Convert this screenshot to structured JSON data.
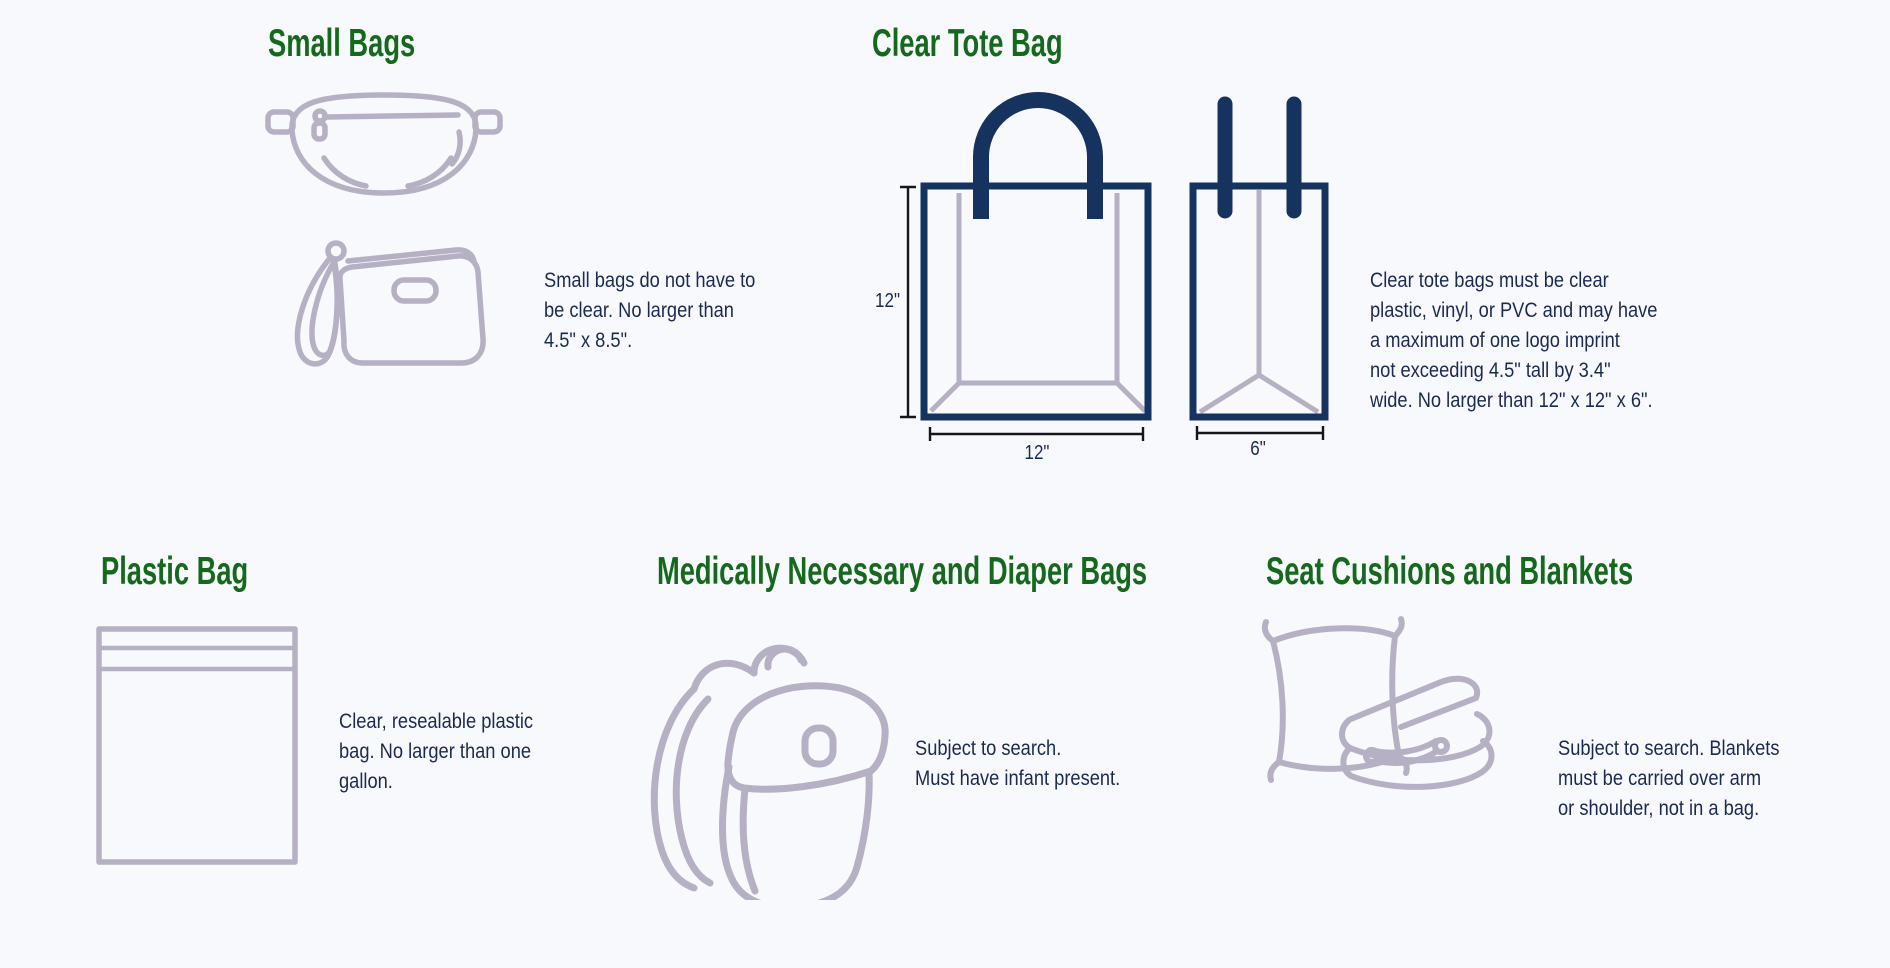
{
  "colors": {
    "background": "#f7f9fc",
    "heading_green": "#15691d",
    "body_navy": "#1b2a52",
    "illustration_navy": "#16335f",
    "illustration_light": "#b6b0c4"
  },
  "sections": {
    "small_bags": {
      "title": "Small Bags",
      "icons": [
        "fanny-pack",
        "clutch"
      ],
      "lines": [
        "Small bags do not have to",
        "be clear. No larger than",
        "4.5\" x 8.5\"."
      ]
    },
    "clear_tote": {
      "title": "Clear Tote Bag",
      "icons": [
        "clear-tote-front",
        "clear-tote-side"
      ],
      "height_label": "12\"",
      "width_label": "12\"",
      "depth_label": "6\"",
      "lines": [
        "Clear tote bags must be clear",
        "plastic, vinyl, or PVC and may have",
        "a maximum of one logo imprint",
        "not exceeding 4.5\" tall by 3.4\"",
        "wide. No larger than 12\" x 12\" x 6\"."
      ]
    },
    "plastic_bag": {
      "title": "Plastic Bag",
      "icons": [
        "plastic-bag"
      ],
      "lines": [
        "Clear, resealable plastic",
        "bag. No larger than one",
        "gallon."
      ]
    },
    "medically_necessary": {
      "title": "Medically Necessary and Diaper Bags",
      "icons": [
        "backpack"
      ],
      "lines": [
        "Subject to search.",
        "Must have infant present."
      ]
    },
    "seat_cushions": {
      "title": "Seat Cushions and Blankets",
      "icons": [
        "pillow-blanket"
      ],
      "lines": [
        "Subject to search. Blankets",
        "must be carried over arm",
        "or shoulder, not in a bag."
      ]
    }
  }
}
